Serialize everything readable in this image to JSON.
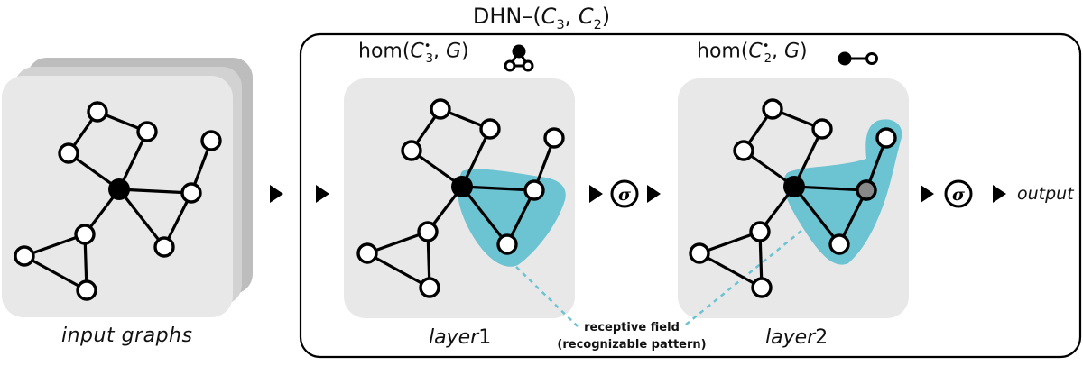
{
  "title": {
    "prefix": "DHN–(",
    "c1": "C",
    "c1_sub": "3",
    "sep": ", ",
    "c2": "C",
    "c2_sub": "2",
    "suffix": ")"
  },
  "layer1": {
    "hom_prefix": "hom(",
    "c": "C",
    "c_sub": "3",
    "c_sup": "•",
    "sep": ", ",
    "g": "G",
    "suffix": ")",
    "caption_text": "layer",
    "caption_num": "1"
  },
  "layer2": {
    "hom_prefix": "hom(",
    "c": "C",
    "c_sub": "2",
    "c_sup": "•",
    "sep": ", ",
    "g": "G",
    "suffix": ")",
    "caption_text": "layer",
    "caption_num": "2"
  },
  "input_caption": "input graphs",
  "output_label": "output",
  "activation_symbol": "σ",
  "receptive_field": {
    "line1": "receptive field",
    "line2": "(recognizable pattern)"
  },
  "colors": {
    "panel_fill": "#e8e8e8",
    "stack_back": "#bdbdbd",
    "stack_mid": "#d2d2d2",
    "highlight": "#6cc3d2",
    "center_node": "#000000",
    "marked_node": "#888888",
    "node_fill": "#ffffff",
    "edge": "#000000",
    "dashed_line": "#6cc3d2"
  }
}
